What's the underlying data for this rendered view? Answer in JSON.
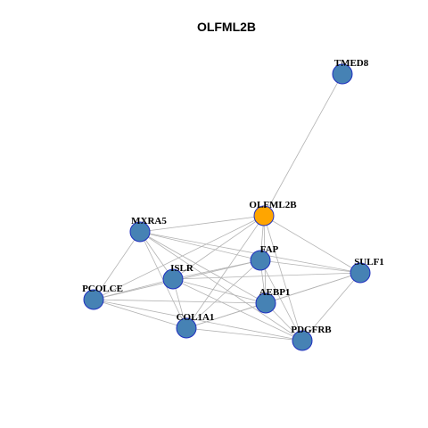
{
  "title": "OLFML2B",
  "colors": {
    "focal_node": "#FFA500",
    "other_node": "#4682B4",
    "node_border": "#1F2FBF",
    "edge": "#B3B3B3"
  },
  "nodes": [
    {
      "id": "TMED8",
      "label": "TMED8",
      "focal": false
    },
    {
      "id": "OLFML2B",
      "label": "OLFML2B",
      "focal": true
    },
    {
      "id": "MXRA5",
      "label": "MXRA5",
      "focal": false
    },
    {
      "id": "FAP",
      "label": "FAP",
      "focal": false
    },
    {
      "id": "SULF1",
      "label": "SULF1",
      "focal": false
    },
    {
      "id": "ISLR",
      "label": "ISLR",
      "focal": false
    },
    {
      "id": "PCOLCE",
      "label": "PCOLCE",
      "focal": false
    },
    {
      "id": "AEBP1",
      "label": "AEBP1",
      "focal": false
    },
    {
      "id": "COL1A1",
      "label": "COL1A1",
      "focal": false
    },
    {
      "id": "PDGFRB",
      "label": "PDGFRB",
      "focal": false
    }
  ],
  "edges": [
    [
      "TMED8",
      "OLFML2B"
    ],
    [
      "OLFML2B",
      "MXRA5"
    ],
    [
      "OLFML2B",
      "FAP"
    ],
    [
      "OLFML2B",
      "SULF1"
    ],
    [
      "OLFML2B",
      "ISLR"
    ],
    [
      "OLFML2B",
      "PCOLCE"
    ],
    [
      "OLFML2B",
      "AEBP1"
    ],
    [
      "OLFML2B",
      "COL1A1"
    ],
    [
      "OLFML2B",
      "PDGFRB"
    ],
    [
      "MXRA5",
      "FAP"
    ],
    [
      "MXRA5",
      "SULF1"
    ],
    [
      "MXRA5",
      "ISLR"
    ],
    [
      "MXRA5",
      "PCOLCE"
    ],
    [
      "MXRA5",
      "AEBP1"
    ],
    [
      "MXRA5",
      "COL1A1"
    ],
    [
      "MXRA5",
      "PDGFRB"
    ],
    [
      "FAP",
      "SULF1"
    ],
    [
      "FAP",
      "ISLR"
    ],
    [
      "FAP",
      "PCOLCE"
    ],
    [
      "FAP",
      "AEBP1"
    ],
    [
      "FAP",
      "COL1A1"
    ],
    [
      "FAP",
      "PDGFRB"
    ],
    [
      "ISLR",
      "SULF1"
    ],
    [
      "ISLR",
      "PCOLCE"
    ],
    [
      "ISLR",
      "AEBP1"
    ],
    [
      "ISLR",
      "COL1A1"
    ],
    [
      "ISLR",
      "PDGFRB"
    ],
    [
      "PCOLCE",
      "AEBP1"
    ],
    [
      "PCOLCE",
      "COL1A1"
    ],
    [
      "PCOLCE",
      "PDGFRB"
    ],
    [
      "AEBP1",
      "SULF1"
    ],
    [
      "AEBP1",
      "COL1A1"
    ],
    [
      "AEBP1",
      "PDGFRB"
    ],
    [
      "COL1A1",
      "SULF1"
    ],
    [
      "COL1A1",
      "PDGFRB"
    ],
    [
      "PDGFRB",
      "SULF1"
    ]
  ]
}
